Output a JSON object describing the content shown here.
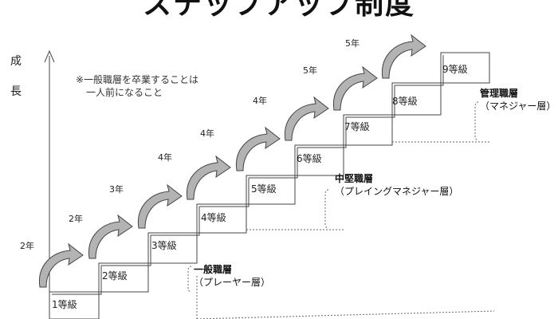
{
  "title": "ステップアップ制度",
  "growth_label": [
    "成",
    "長"
  ],
  "note": {
    "line1": "※一般職層を卒業することは",
    "line2": "一人前になること"
  },
  "steps": [
    "1等級",
    "2等級",
    "3等級",
    "4等級",
    "5等級",
    "6等級",
    "7等級",
    "8等級",
    "9等級"
  ],
  "years": [
    "2年",
    "2年",
    "3年",
    "4年",
    "4年",
    "4年",
    "5年",
    "5年"
  ],
  "layers": [
    {
      "name": "一般職層",
      "sub": "（プレーヤー層）"
    },
    {
      "name": "中堅職層",
      "sub": "（プレイングマネジャー層）"
    },
    {
      "name": "管理職層",
      "sub": "（マネジャー層）"
    }
  ],
  "colors": {
    "line": "#444444",
    "arrow_fill": "#b3b3b3",
    "dotted": "#666666"
  }
}
